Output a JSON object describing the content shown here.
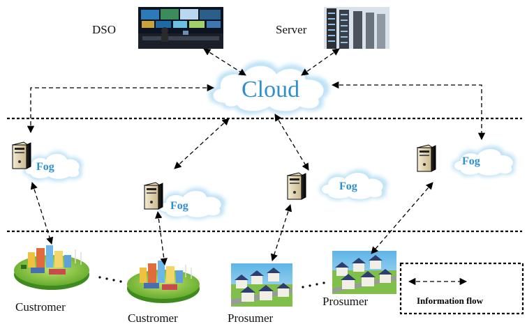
{
  "top": {
    "dso_label": "DSO",
    "server_label": "Server",
    "cloud_label": "Cloud"
  },
  "fog_nodes": [
    {
      "label": "Fog"
    },
    {
      "label": "Fog"
    },
    {
      "label": "Fog"
    },
    {
      "label": "Fog"
    }
  ],
  "bottom": {
    "customer1_label": "Custromer",
    "customer2_label": "Custromer",
    "prosumer1_label": "Prosumer",
    "prosumer2_label": "Prosumer"
  },
  "legend": {
    "label": "Information flow"
  },
  "colors": {
    "cloud_text": "#2f8fcf",
    "fog_text": "#2c8fd0",
    "cloud_fill": "#ffffff",
    "cloud_glow": "#bfe3f7"
  }
}
